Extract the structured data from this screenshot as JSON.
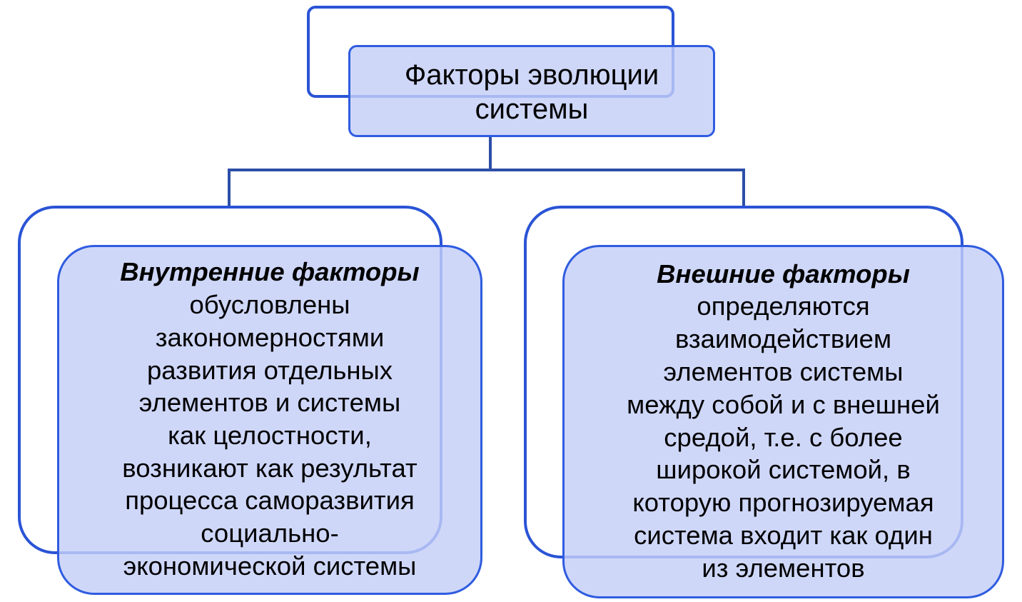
{
  "diagram": {
    "root": {
      "title_line1": "Факторы эволюции",
      "title_line2": "системы"
    },
    "children": [
      {
        "heading": "Внутренние факторы",
        "lines": [
          "обусловлены",
          "закономерностями",
          "развития отдельных",
          "элементов и системы",
          "как целостности,",
          "возникают как результат",
          "процесса саморазвития",
          "социально-",
          "экономической системы"
        ]
      },
      {
        "heading": "Внешние факторы",
        "lines": [
          "определяются",
          "взаимодействием",
          "элементов системы",
          "между собой и с внешней",
          "средой, т.е. с более",
          "широкой системой, в",
          "которую прогнозируемая",
          "система входит как один",
          "из элементов"
        ]
      }
    ]
  },
  "colors": {
    "border": "#2f5ce0",
    "fill": "#c4cef8",
    "connector": "#2d4ea8"
  }
}
